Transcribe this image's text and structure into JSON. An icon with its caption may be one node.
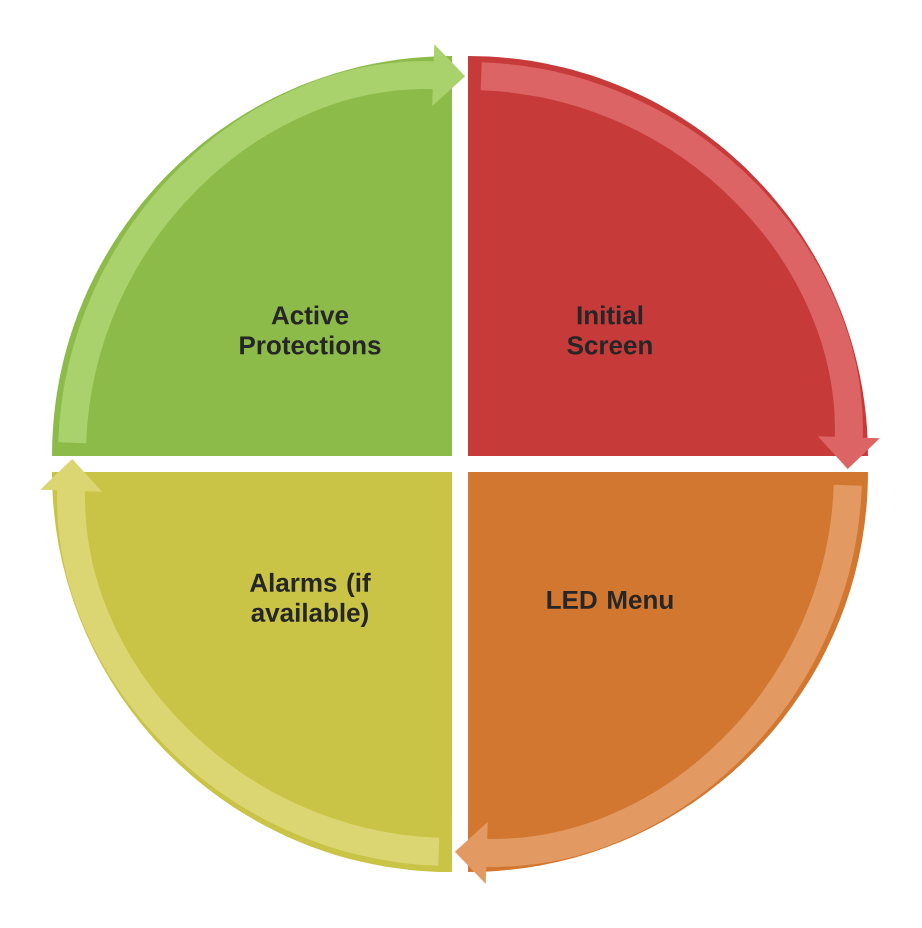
{
  "diagram": {
    "nodes": [
      {
        "text": [
          "Active Protections"
        ]
      },
      {
        "text": [
          "Initial Screen"
        ]
      },
      {
        "text": [
          "LED Menu"
        ]
      },
      {
        "text": [
          "Alarms (if available)"
        ]
      }
    ],
    "edges": [
      {
        "from": 0,
        "to": 1,
        "arrow": "to",
        "color": "#a9d16c"
      },
      {
        "from": 1,
        "to": 2,
        "arrow": "to",
        "color": "#dc6464"
      },
      {
        "from": 2,
        "to": 3,
        "arrow": "to",
        "color": "#e39a62"
      },
      {
        "from": 3,
        "to": 0,
        "arrow": "to",
        "color": "#dbd672"
      }
    ]
  }
}
